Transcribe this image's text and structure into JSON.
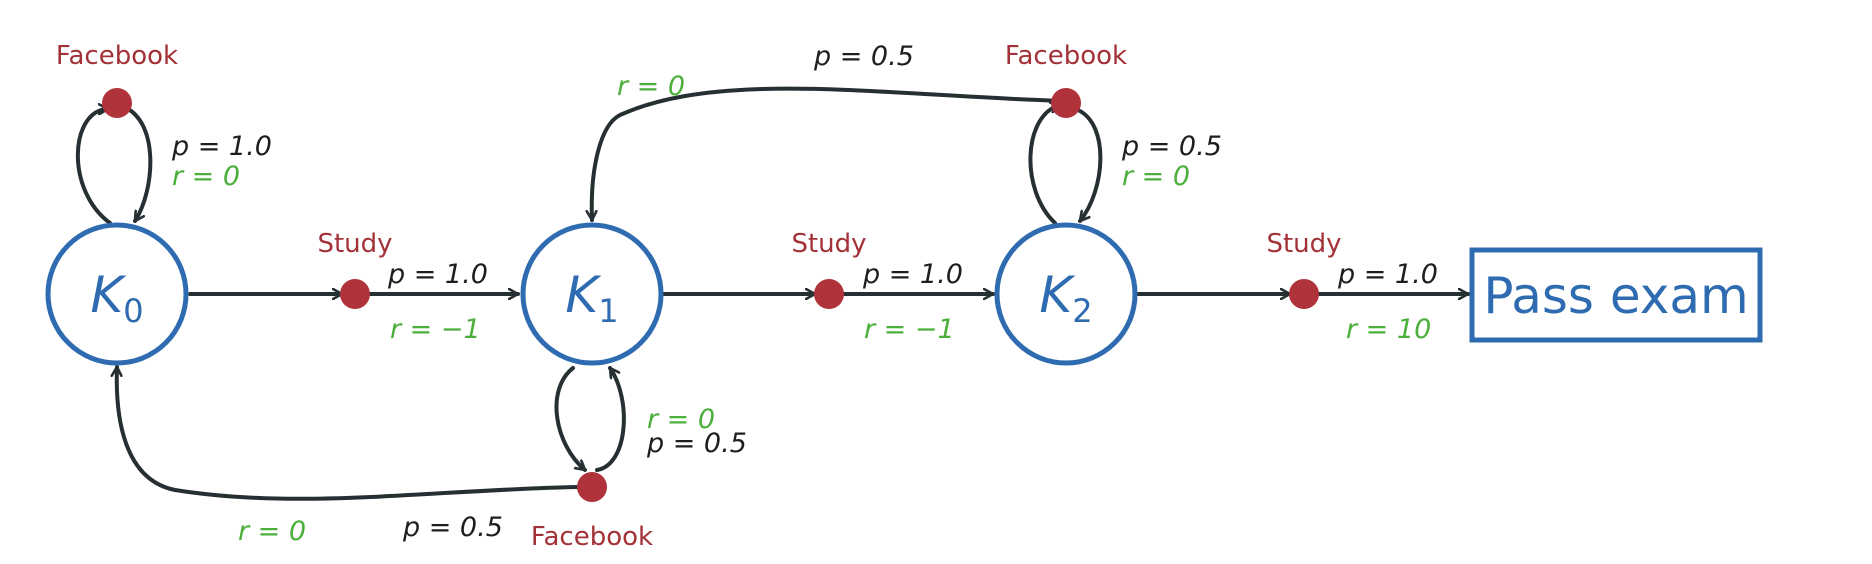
{
  "colors": {
    "state": "#2e6bb0",
    "action_dot": "#b0323a",
    "action_text": "#a33238",
    "reward": "#4caf3c",
    "prob": "#1e1e1e",
    "edge": "#263033"
  },
  "states": [
    {
      "id": "k0",
      "base": "K",
      "sub": "0"
    },
    {
      "id": "k1",
      "base": "K",
      "sub": "1"
    },
    {
      "id": "k2",
      "base": "K",
      "sub": "2"
    }
  ],
  "terminal": {
    "label": "Pass exam"
  },
  "actions": {
    "facebook_k0": "Facebook",
    "study_k0": "Study",
    "facebook_k1_top": "Facebook",
    "study_k1": "Study",
    "study_k2": "Study",
    "facebook_k1_bottom": "Facebook"
  },
  "edge_labels": {
    "k0_facebook": {
      "p": "p = 1.0",
      "r": "r = 0"
    },
    "k0_study": {
      "p": "p = 1.0",
      "r": "r = −1"
    },
    "k1_study": {
      "p": "p = 1.0",
      "r": "r = −1"
    },
    "k2_study": {
      "p": "p = 1.0",
      "r": "r = 10"
    },
    "k2_facebook_self": {
      "p": "p = 0.5",
      "r": "r = 0"
    },
    "k2_facebook_back": {
      "p": "p = 0.5",
      "r": "r = 0"
    },
    "k1_facebook_self": {
      "p": "p = 0.5",
      "r": "r = 0"
    },
    "k1_facebook_back": {
      "p": "p = 0.5",
      "r": "r = 0"
    }
  }
}
